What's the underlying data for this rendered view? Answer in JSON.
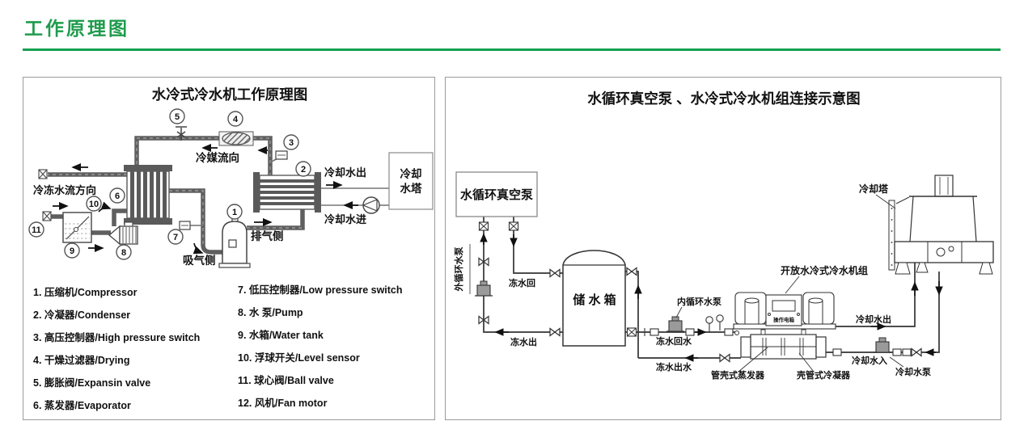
{
  "page": {
    "title": "工作原理图"
  },
  "colors": {
    "accent_green": "#1f9c4d",
    "rule_green": "#14a050",
    "pipe_gray": "#5f5f5f",
    "diagram_ink": "#333333",
    "panel_border": "#9b9b9b"
  },
  "left_panel": {
    "title": "水冷式冷水机工作原理图",
    "callouts": [
      "1",
      "2",
      "3",
      "4",
      "5",
      "6",
      "7",
      "8",
      "9",
      "10",
      "11"
    ],
    "labels": {
      "refrigerant_flow": "冷媒流向",
      "cooling_water_out": "冷却水出",
      "cooling_water_in": "冷却水进",
      "discharge_side": "排气侧",
      "suction_side": "吸气侧",
      "chilled_water_flow": "冷冻水流方向",
      "cooling_tower_line1": "冷却",
      "cooling_tower_line2": "水塔"
    },
    "legend": {
      "col1": [
        "1. 压缩机/Compressor",
        "2. 冷凝器/Condenser",
        "3. 高压控制器/High pressure switch",
        "4. 干燥过滤器/Drying",
        "5. 膨胀阀/Expansin valve",
        "6. 蒸发器/Evaporator"
      ],
      "col2": [
        "7. 低压控制器/Low pressure switch",
        "8. 水 泵/Pump",
        "9. 水箱/Water tank",
        "10. 浮球开关/Level sensor",
        "11. 球心阀/Ball valve",
        "12. 风机/Fan motor"
      ]
    }
  },
  "right_panel": {
    "title": "水循环真空泵 、水冷式冷水机组连接示意图",
    "labels": {
      "vacuum_pump_box": "水循环真空泵",
      "external_circulation_pump": "外循环水泵",
      "chilled_water_return": "冻水回",
      "chilled_water_out": "冻水出",
      "storage_tank": "储 水 箱",
      "internal_circulation_pump": "内循环水泵",
      "chilled_return_water": "冻水回水",
      "chilled_out_water": "冻水出水",
      "shell_tube_evaporator": "管壳式蒸发器",
      "shell_tube_condenser": "壳管式冷凝器",
      "open_chiller_unit": "开放水冷式冷水机组",
      "control_box": "操作电箱",
      "cooling_water_out": "冷却水出",
      "cooling_water_in": "冷却水入",
      "cooling_water_pump": "冷却水泵",
      "cooling_tower": "冷却塔"
    }
  }
}
